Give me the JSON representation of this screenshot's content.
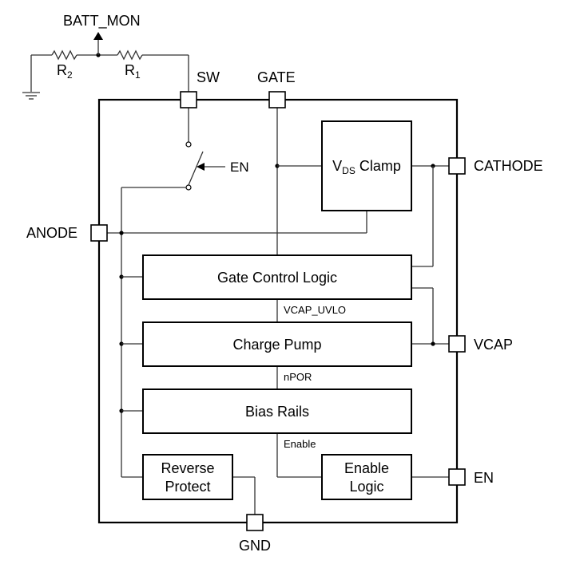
{
  "signals": {
    "batt_mon": "BATT_MON",
    "r2_letter": "R",
    "r2_sub": "2",
    "r1_letter": "R",
    "r1_sub": "1",
    "en_switch": "EN",
    "vcap_uvlo": "VCAP_UVLO",
    "npor": "nPOR",
    "enable": "Enable"
  },
  "pins": {
    "sw": "SW",
    "gate": "GATE",
    "cathode": "CATHODE",
    "anode": "ANODE",
    "vcap": "VCAP",
    "en": "EN",
    "gnd": "GND"
  },
  "blocks": {
    "vds_v": "V",
    "vds_sub": "DS",
    "vds_rest": " Clamp",
    "gate_control": "Gate Control Logic",
    "charge_pump": "Charge Pump",
    "bias_rails": "Bias Rails",
    "reverse_line1": "Reverse",
    "reverse_line2": "Protect",
    "enable_line1": "Enable",
    "enable_line2": "Logic"
  }
}
